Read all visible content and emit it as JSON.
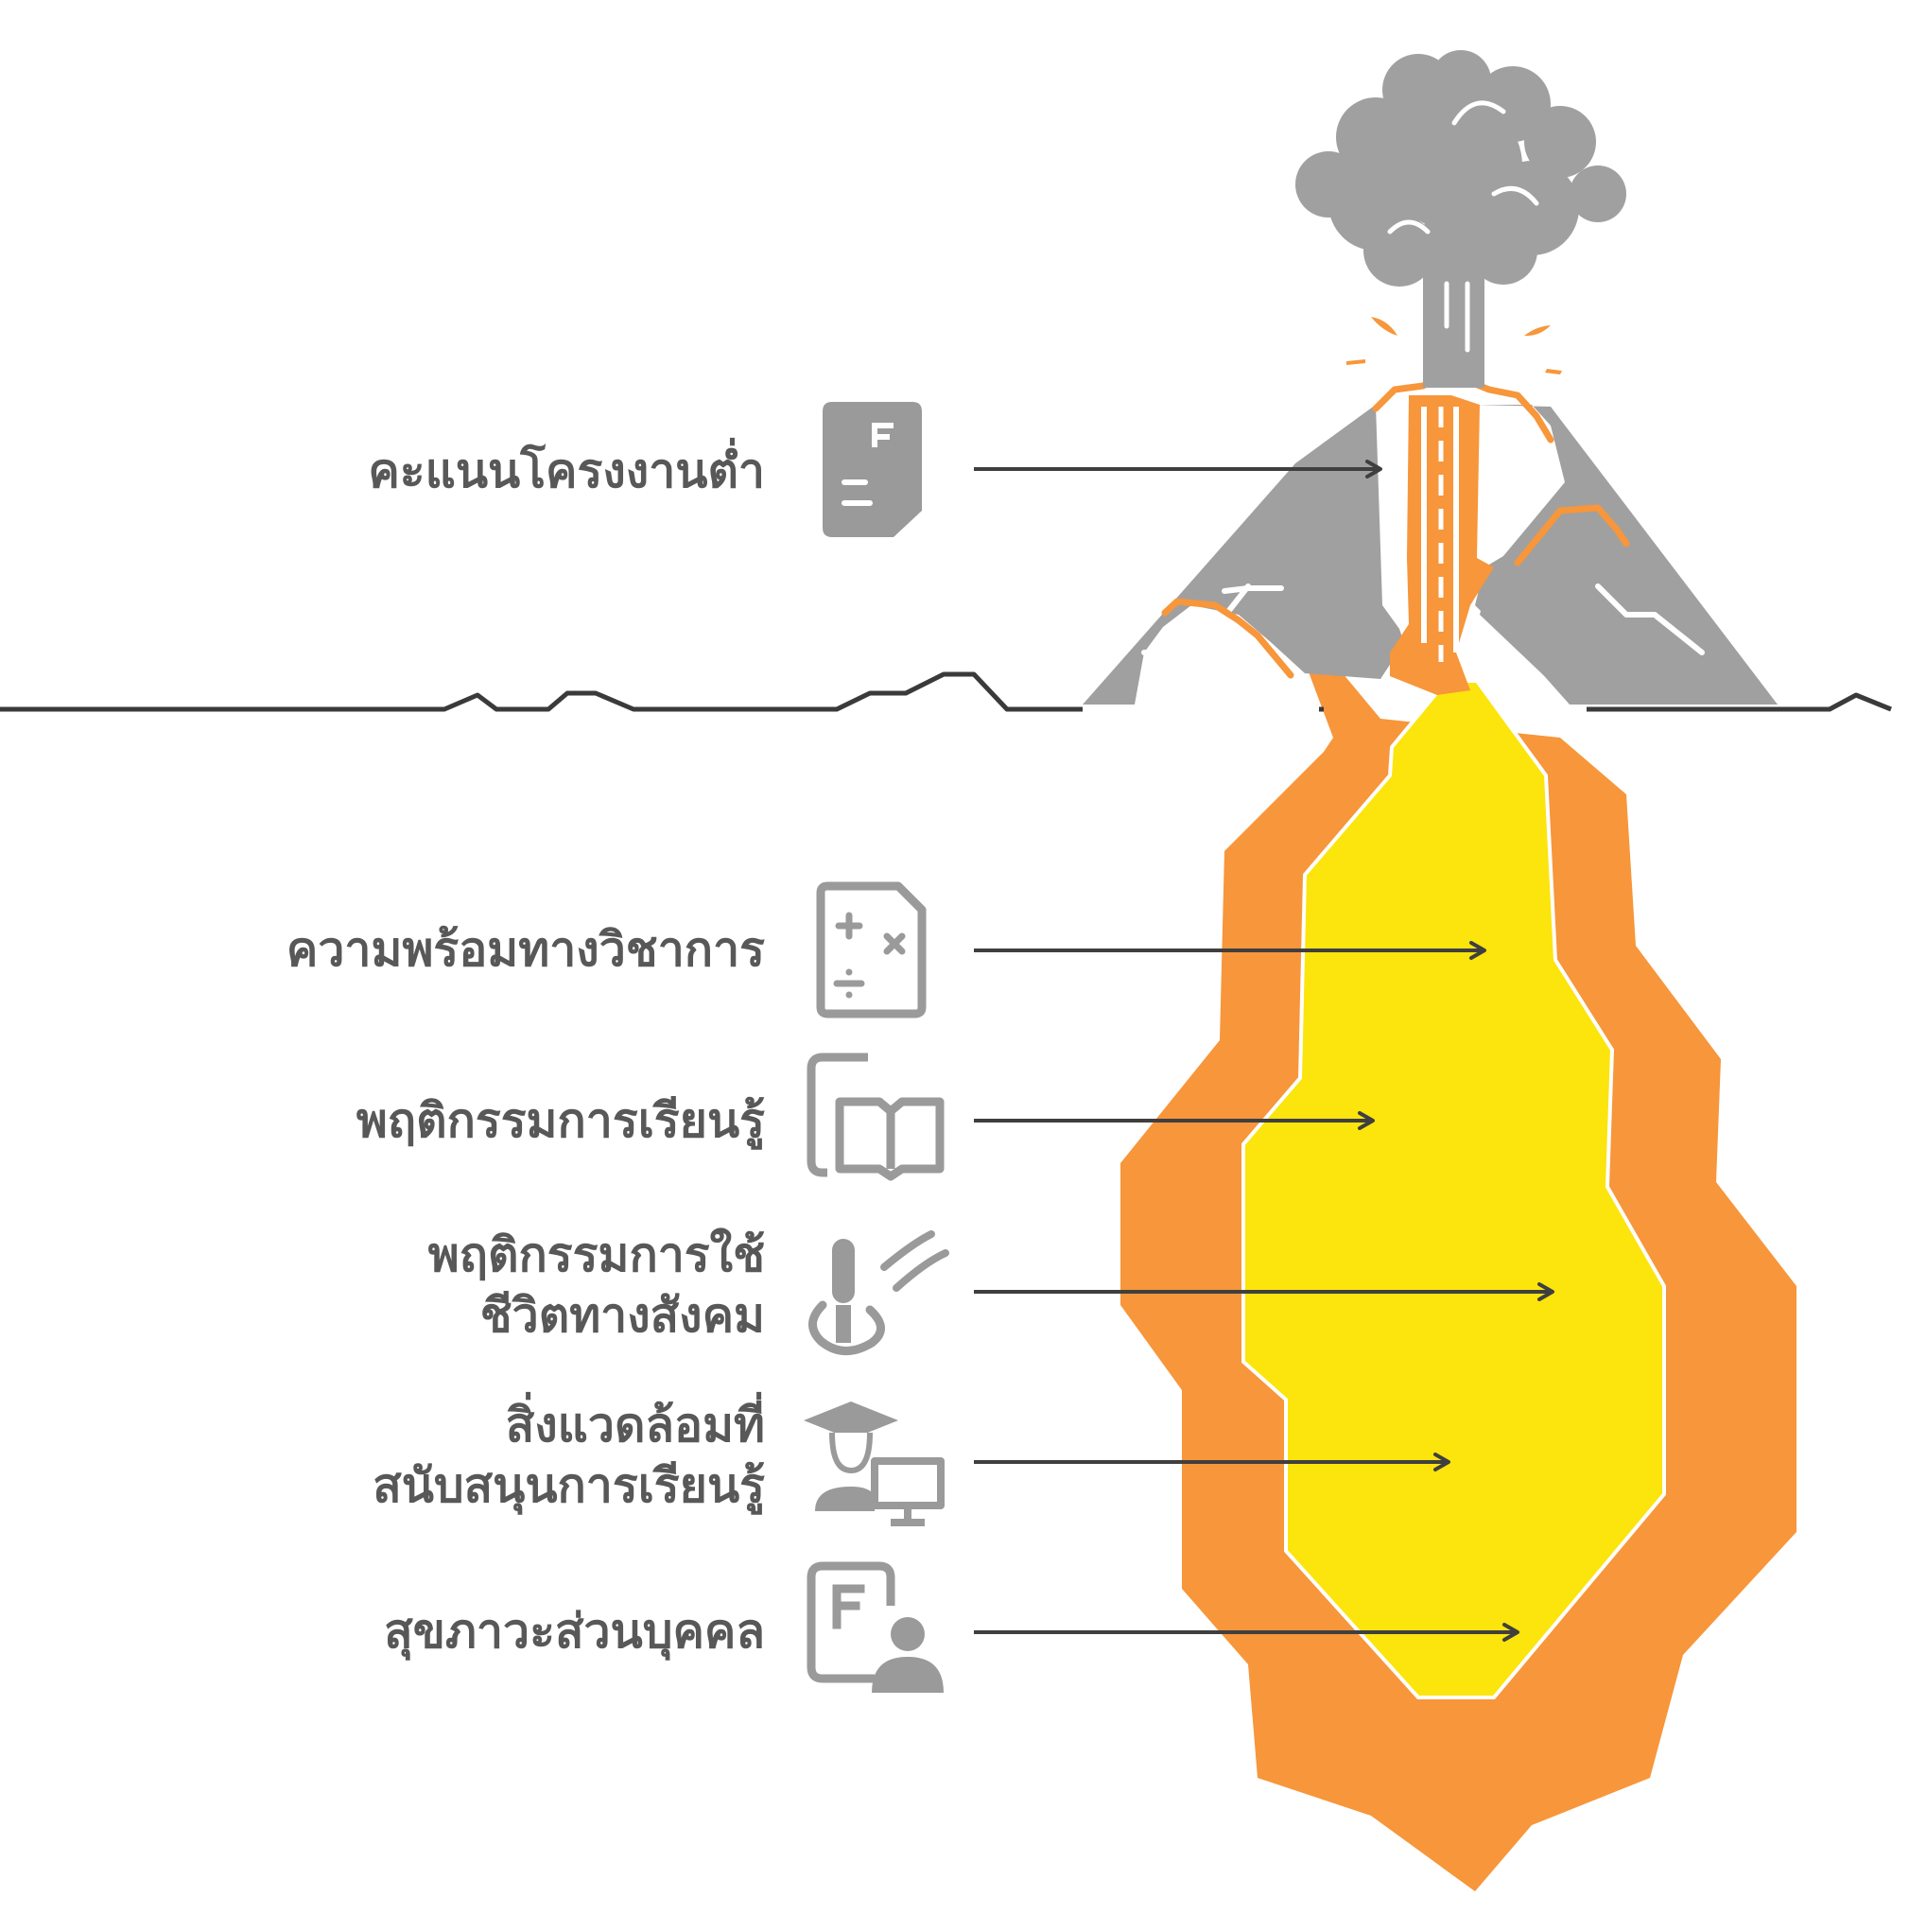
{
  "colors": {
    "ground_line": "#3a3a3a",
    "mountain": "#a0a0a0",
    "smoke": "#a0a0a0",
    "magma_outer": "#f7963a",
    "magma_inner": "#fce40d",
    "text": "#585858",
    "icon": "#9a9a9a",
    "arrow": "#3f3f3f"
  },
  "visible_factor": {
    "label": "คะแนนโครงงานต่ำ",
    "icon": "failing-grade-document-icon"
  },
  "hidden_factors": [
    {
      "label_lines": [
        "ความพร้อมทางวิชาการ"
      ],
      "icon": "math-worksheet-icon"
    },
    {
      "label_lines": [
        "พฤติกรรมการเรียนรู้"
      ],
      "icon": "tablet-open-book-icon"
    },
    {
      "label_lines": [
        "พฤติกรรมการใช้",
        "ชีวิตทางสังคม"
      ],
      "icon": "microphone-social-icon"
    },
    {
      "label_lines": [
        "สิ่งแวดล้อมที่",
        "สนับสนุนการเรียนรู้"
      ],
      "icon": "graduate-computer-icon"
    },
    {
      "label_lines": [
        "สุขภาวะส่วนบุคคล"
      ],
      "icon": "student-grade-report-icon"
    }
  ]
}
